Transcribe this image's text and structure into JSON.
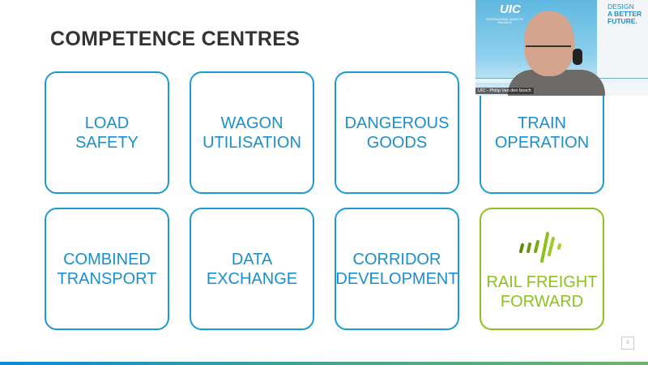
{
  "slide": {
    "title": "COMPETENCE CENTRES",
    "page_number": "6",
    "cards": [
      {
        "line1": "LOAD",
        "line2": "SAFETY"
      },
      {
        "line1": "WAGON",
        "line2": "UTILISATION"
      },
      {
        "line1": "DANGEROUS",
        "line2": "GOODS"
      },
      {
        "line1": "TRAIN",
        "line2": "OPERATION"
      },
      {
        "line1": "COMBINED",
        "line2": "TRANSPORT"
      },
      {
        "line1": "DATA",
        "line2": "EXCHANGE"
      },
      {
        "line1": "CORRIDOR",
        "line2": "DEVELOPMENT"
      },
      {
        "line1": "RAIL FREIGHT",
        "line2": "FORWARD"
      }
    ],
    "colors": {
      "blue": "#1a9ad6",
      "green": "#8cc11e",
      "title": "#333333"
    }
  },
  "video": {
    "logo": "UIC",
    "logo_sub": "INTERNATIONAL UNION OF RAILWAYS",
    "slogan": [
      "DESIGN",
      "A BETTER",
      "FUTURE."
    ],
    "participant_name": "UIC - Philip Van den bosch"
  }
}
